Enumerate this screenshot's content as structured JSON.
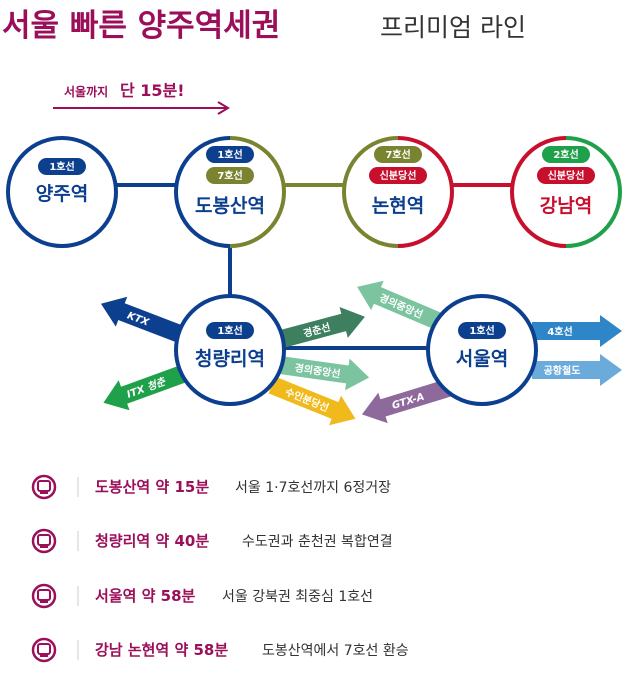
{
  "title": {
    "main": "서울 빠른 양주역세권",
    "sub": "프리미엄 라인"
  },
  "tagline": {
    "prefix": "서울까지",
    "emphasis": "단 15분!"
  },
  "colors": {
    "brand": "#9b0e5a",
    "line1": "#0d3f8f",
    "line7": "#7a8430",
    "shinbundang": "#c8102e",
    "line2": "#1fa04a"
  },
  "stations": {
    "yangju": {
      "name": "양주역",
      "badges": [
        "1호선"
      ]
    },
    "dobongsan": {
      "name": "도봉산역",
      "badges": [
        "1호선",
        "7호선"
      ]
    },
    "nonhyeon": {
      "name": "논현역",
      "badges": [
        "7호선",
        "신분당선"
      ]
    },
    "gangnam": {
      "name": "강남역",
      "badges": [
        "2호선",
        "신분당선"
      ]
    },
    "cheongnyangni": {
      "name": "청량리역",
      "badges": [
        "1호선"
      ]
    },
    "seoul": {
      "name": "서울역",
      "badges": [
        "1호선"
      ]
    }
  },
  "arrows": {
    "ktx": "KTX",
    "itx": "ITX 청춘",
    "gyeongchun": "경춘선",
    "gyeongui1": "경의중앙선",
    "suinbundang": "수인분당선",
    "gyeongui2": "경의중앙선",
    "gtxa": "GTX-A",
    "line4": "4호선",
    "airport": "공항철도"
  },
  "list": [
    {
      "icon": "train-icon",
      "highlight": "도봉산역 약 15분",
      "desc": "서울 1·7호선까지 6정거장"
    },
    {
      "icon": "train-icon",
      "highlight": "청량리역 약 40분",
      "desc": "수도권과 춘천권 복합연결"
    },
    {
      "icon": "train-icon",
      "highlight": "서울역 약 58분",
      "desc": "서울 강북권 최중심 1호선"
    },
    {
      "icon": "train-icon",
      "highlight": "강남 논현역 약 58분",
      "desc": "도봉산역에서 7호선 환승"
    }
  ]
}
